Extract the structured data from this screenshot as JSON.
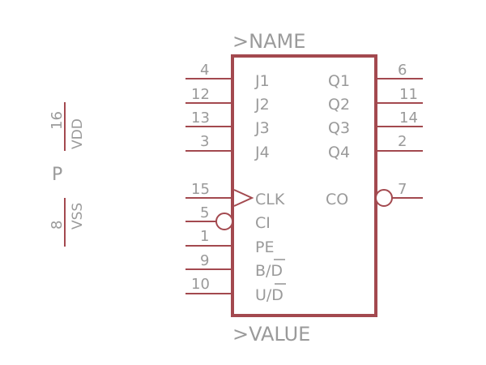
{
  "part": {
    "name": ">NAME",
    "value": ">VALUE",
    "accent_color": "#a3494f",
    "text_color": "#9a9a9a"
  },
  "left_pins": [
    {
      "num": "4",
      "label": "J1"
    },
    {
      "num": "12",
      "label": "J2"
    },
    {
      "num": "13",
      "label": "J3"
    },
    {
      "num": "3",
      "label": "J4"
    },
    {
      "num": "15",
      "label": "CLK",
      "clock": true
    },
    {
      "num": "5",
      "label": "CI",
      "inverted": true
    },
    {
      "num": "1",
      "label": "PE"
    },
    {
      "num": "9",
      "label": "B/D",
      "overbar": "D"
    },
    {
      "num": "10",
      "label": "U/D",
      "overbar": "D"
    }
  ],
  "right_pins": [
    {
      "num": "6",
      "label": "Q1"
    },
    {
      "num": "11",
      "label": "Q2"
    },
    {
      "num": "14",
      "label": "Q3"
    },
    {
      "num": "2",
      "label": "Q4"
    },
    {
      "num": "7",
      "label": "CO",
      "inverted": true
    }
  ],
  "power": {
    "label": "P",
    "vdd": {
      "num": "16",
      "label": "VDD"
    },
    "vss": {
      "num": "8",
      "label": "VSS"
    }
  }
}
